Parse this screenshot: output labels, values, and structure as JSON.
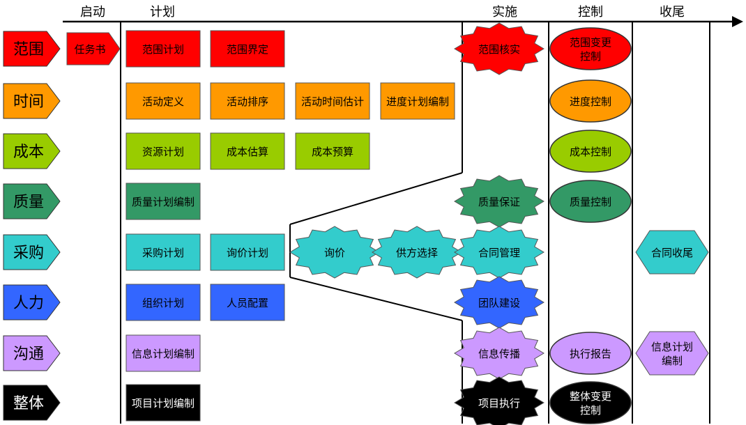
{
  "colors": {
    "scope": "#ff0000",
    "time": "#ff9900",
    "cost": "#99cc00",
    "quality": "#339966",
    "procurement": "#33cccc",
    "hr": "#3366ff",
    "comm": "#cc99ff",
    "integration": "#000000"
  },
  "phases": {
    "initiating": "启动",
    "planning": "计划",
    "executing": "实施",
    "controlling": "控制",
    "closing": "收尾"
  },
  "areas": [
    {
      "key": "scope",
      "label": "范围"
    },
    {
      "key": "time",
      "label": "时间"
    },
    {
      "key": "cost",
      "label": "成本"
    },
    {
      "key": "quality",
      "label": "质量"
    },
    {
      "key": "procurement",
      "label": "采购"
    },
    {
      "key": "hr",
      "label": "人力"
    },
    {
      "key": "comm",
      "label": "沟通"
    },
    {
      "key": "integration",
      "label": "整体"
    }
  ],
  "nodes": {
    "charter": {
      "text": "任务书",
      "area": "scope"
    },
    "scope_planning": {
      "text": "范围计划",
      "area": "scope"
    },
    "scope_definition": {
      "text": "范围界定",
      "area": "scope"
    },
    "scope_verification": {
      "text": "范围核实",
      "area": "scope"
    },
    "scope_change_control": {
      "text": "范围变更控制",
      "area": "scope"
    },
    "activity_definition": {
      "text": "活动定义",
      "area": "time"
    },
    "activity_sequencing": {
      "text": "活动排序",
      "area": "time"
    },
    "activity_duration": {
      "text": "活动时间估计",
      "area": "time"
    },
    "schedule_development": {
      "text": "进度计划编制",
      "area": "time"
    },
    "schedule_control": {
      "text": "进度控制",
      "area": "time"
    },
    "resource_planning": {
      "text": "资源计划",
      "area": "cost"
    },
    "cost_estimating": {
      "text": "成本估算",
      "area": "cost"
    },
    "cost_budgeting": {
      "text": "成本预算",
      "area": "cost"
    },
    "cost_control": {
      "text": "成本控制",
      "area": "cost"
    },
    "quality_planning": {
      "text": "质量计划编制",
      "area": "quality"
    },
    "quality_assurance": {
      "text": "质量保证",
      "area": "quality"
    },
    "quality_control": {
      "text": "质量控制",
      "area": "quality"
    },
    "procurement_planning": {
      "text": "采购计划",
      "area": "procurement"
    },
    "solicitation_planning": {
      "text": "询价计划",
      "area": "procurement"
    },
    "solicitation": {
      "text": "询价",
      "area": "procurement"
    },
    "source_selection": {
      "text": "供方选择",
      "area": "procurement"
    },
    "contract_admin": {
      "text": "合同管理",
      "area": "procurement"
    },
    "contract_closeout": {
      "text": "合同收尾",
      "area": "procurement"
    },
    "org_planning": {
      "text": "组织计划",
      "area": "hr"
    },
    "staff_acquisition": {
      "text": "人员配置",
      "area": "hr"
    },
    "team_development": {
      "text": "团队建设",
      "area": "hr"
    },
    "comm_planning": {
      "text": "信息计划编制",
      "area": "comm"
    },
    "info_distribution": {
      "text": "信息传播",
      "area": "comm"
    },
    "performance_reporting": {
      "text": "执行报告",
      "area": "comm"
    },
    "admin_closure": {
      "text": "信息计划编制",
      "area": "comm"
    },
    "plan_development": {
      "text": "项目计划编制",
      "area": "integration"
    },
    "plan_execution": {
      "text": "项目执行",
      "area": "integration"
    },
    "change_control": {
      "text": "整体变更控制",
      "area": "integration"
    }
  }
}
